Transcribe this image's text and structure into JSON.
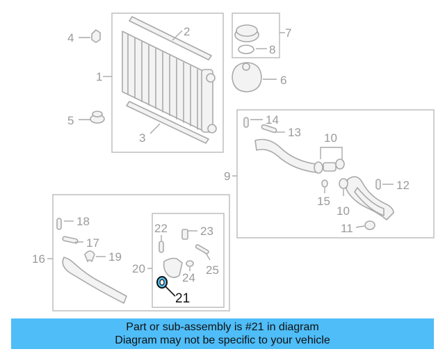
{
  "callouts": {
    "c1": "1",
    "c2": "2",
    "c3": "3",
    "c4": "4",
    "c5": "5",
    "c6": "6",
    "c7": "7",
    "c8": "8",
    "c9": "9",
    "c10a": "10",
    "c10b": "10",
    "c11": "11",
    "c12": "12",
    "c13": "13",
    "c14": "14",
    "c15": "15",
    "c16": "16",
    "c17": "17",
    "c18": "18",
    "c19": "19",
    "c20": "20",
    "c21": "21",
    "c22": "22",
    "c23": "23",
    "c24": "24",
    "c25": "25"
  },
  "highlight": {
    "part_number": "21",
    "color": "#5bc2f5"
  },
  "banner": {
    "line1": "Part or sub-assembly is #21 in diagram",
    "line2": "Diagram may not be specific to your vehicle",
    "color": "#4fbdf8"
  }
}
